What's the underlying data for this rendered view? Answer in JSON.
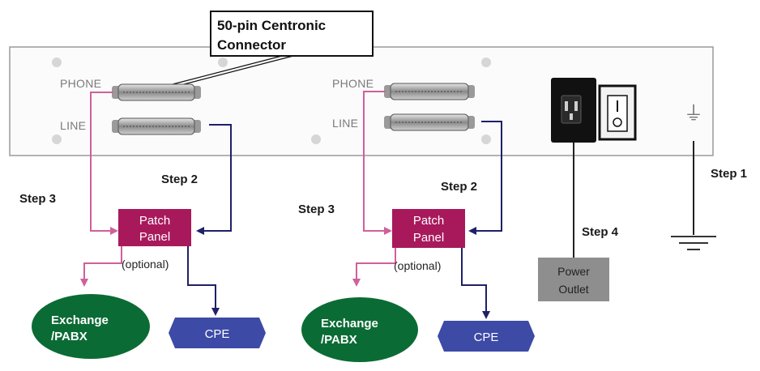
{
  "callout": {
    "line1": "50-pin Centronic",
    "line2": "Connector"
  },
  "unit1": {
    "phone_label": "PHONE",
    "line_label": "LINE",
    "step2": "Step 2",
    "step3": "Step 3",
    "patch_line1": "Patch",
    "patch_line2": "Panel",
    "optional": "(optional)",
    "exchange_line1": "Exchange",
    "exchange_line2": "/PABX",
    "cpe": "CPE"
  },
  "unit2": {
    "phone_label": "PHONE",
    "line_label": "LINE",
    "step2": "Step 2",
    "step3": "Step 3",
    "patch_line1": "Patch",
    "patch_line2": "Panel",
    "optional": "(optional)",
    "exchange_line1": "Exchange",
    "exchange_line2": "/PABX",
    "cpe": "CPE"
  },
  "power": {
    "step4": "Step 4",
    "outlet_line1": "Power",
    "outlet_line2": "Outlet"
  },
  "ground": {
    "step1": "Step 1",
    "symbol": "⏚"
  },
  "colors": {
    "pink_cable": "#d0609a",
    "navy_cable": "#1e2068",
    "patch_panel": "#a8195c",
    "exchange": "#0b6b35",
    "cpe": "#3d4aa6",
    "outlet": "#8e8e8e",
    "chassis_border": "#9a9a9a"
  }
}
